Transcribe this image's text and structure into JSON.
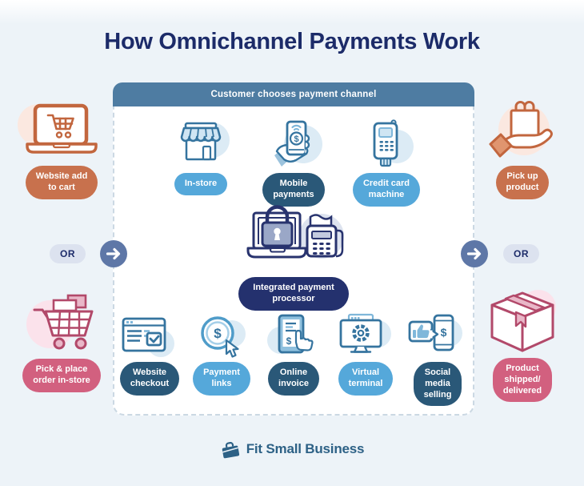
{
  "title": "How Omnichannel Payments Work",
  "panel": {
    "header": "Customer chooses payment channel",
    "top_row": [
      {
        "label": "In-store",
        "icon": "storefront-icon"
      },
      {
        "label": "Mobile\npayments",
        "icon": "mobile-payment-icon"
      },
      {
        "label": "Credit card\nmachine",
        "icon": "card-terminal-icon"
      }
    ],
    "processor": {
      "label": "Integrated payment\nprocessor",
      "icon": "secure-laptop-printer-icon"
    },
    "bottom_row": [
      {
        "label": "Website\ncheckout",
        "icon": "browser-checkbox-icon"
      },
      {
        "label": "Payment\nlinks",
        "icon": "coin-cursor-icon"
      },
      {
        "label": "Online\ninvoice",
        "icon": "invoice-tablet-icon"
      },
      {
        "label": "Virtual\nterminal",
        "icon": "monitor-gear-icon"
      },
      {
        "label": "Social\nmedia\nselling",
        "icon": "thumbsup-phone-icon"
      }
    ]
  },
  "left_flow": {
    "top": {
      "label": "Website add\nto cart",
      "icon": "laptop-cart-icon"
    },
    "or_label": "OR",
    "bottom": {
      "label": "Pick & place\norder in-store",
      "icon": "shopping-cart-icon"
    }
  },
  "right_flow": {
    "top": {
      "label": "Pick up\nproduct",
      "icon": "hand-bag-icon"
    },
    "or_label": "OR",
    "bottom": {
      "label": "Product\nshipped/\ndelivered",
      "icon": "shipping-box-icon"
    }
  },
  "footer": {
    "brand": "Fit Small Business"
  },
  "colors": {
    "background": "#edf3f8",
    "title_navy": "#1c2b69",
    "panel_header_blue": "#4e7ca2",
    "pill_light_blue": "#55a8da",
    "pill_steel_blue": "#2a5878",
    "pill_navy": "#24316e",
    "pill_orange": "#c8714d",
    "pill_rose": "#d2607f",
    "or_pill_bg": "#dce2ef",
    "arrow_circle_blue": "#5e77a7",
    "footer_blue": "#2d6186"
  }
}
